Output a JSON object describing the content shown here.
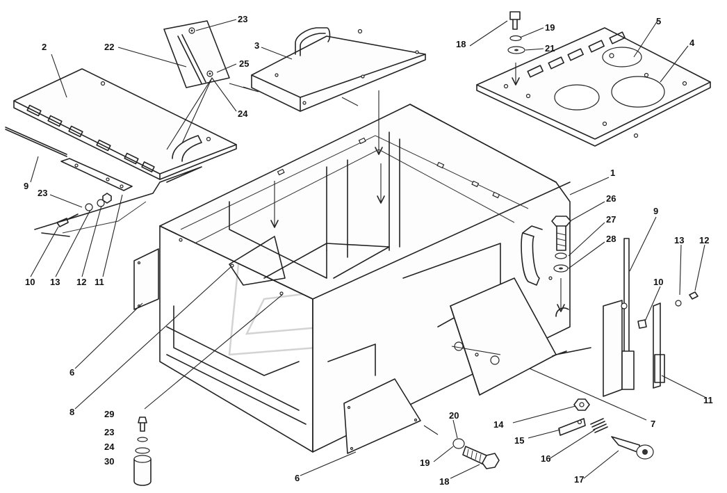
{
  "diagram": {
    "callouts": {
      "c1": "1",
      "c2": "2",
      "c3": "3",
      "c4": "4",
      "c5": "5",
      "c6a": "6",
      "c6b": "6",
      "c7": "7",
      "c8": "8",
      "c9a": "9",
      "c9b": "9",
      "c10a": "10",
      "c10b": "10",
      "c11a": "11",
      "c11b": "11",
      "c12a": "12",
      "c12b": "12",
      "c13a": "13",
      "c13b": "13",
      "c14": "14",
      "c15": "15",
      "c16": "16",
      "c17": "17",
      "c18a": "18",
      "c18b": "18",
      "c19a": "19",
      "c19b": "19",
      "c20": "20",
      "c21": "21",
      "c22": "22",
      "c23a": "23",
      "c23b": "23",
      "c23c": "23",
      "c24a": "24",
      "c24b": "24",
      "c25": "25",
      "c26": "26",
      "c27": "27",
      "c28": "28",
      "c29": "29",
      "c30": "30"
    }
  }
}
